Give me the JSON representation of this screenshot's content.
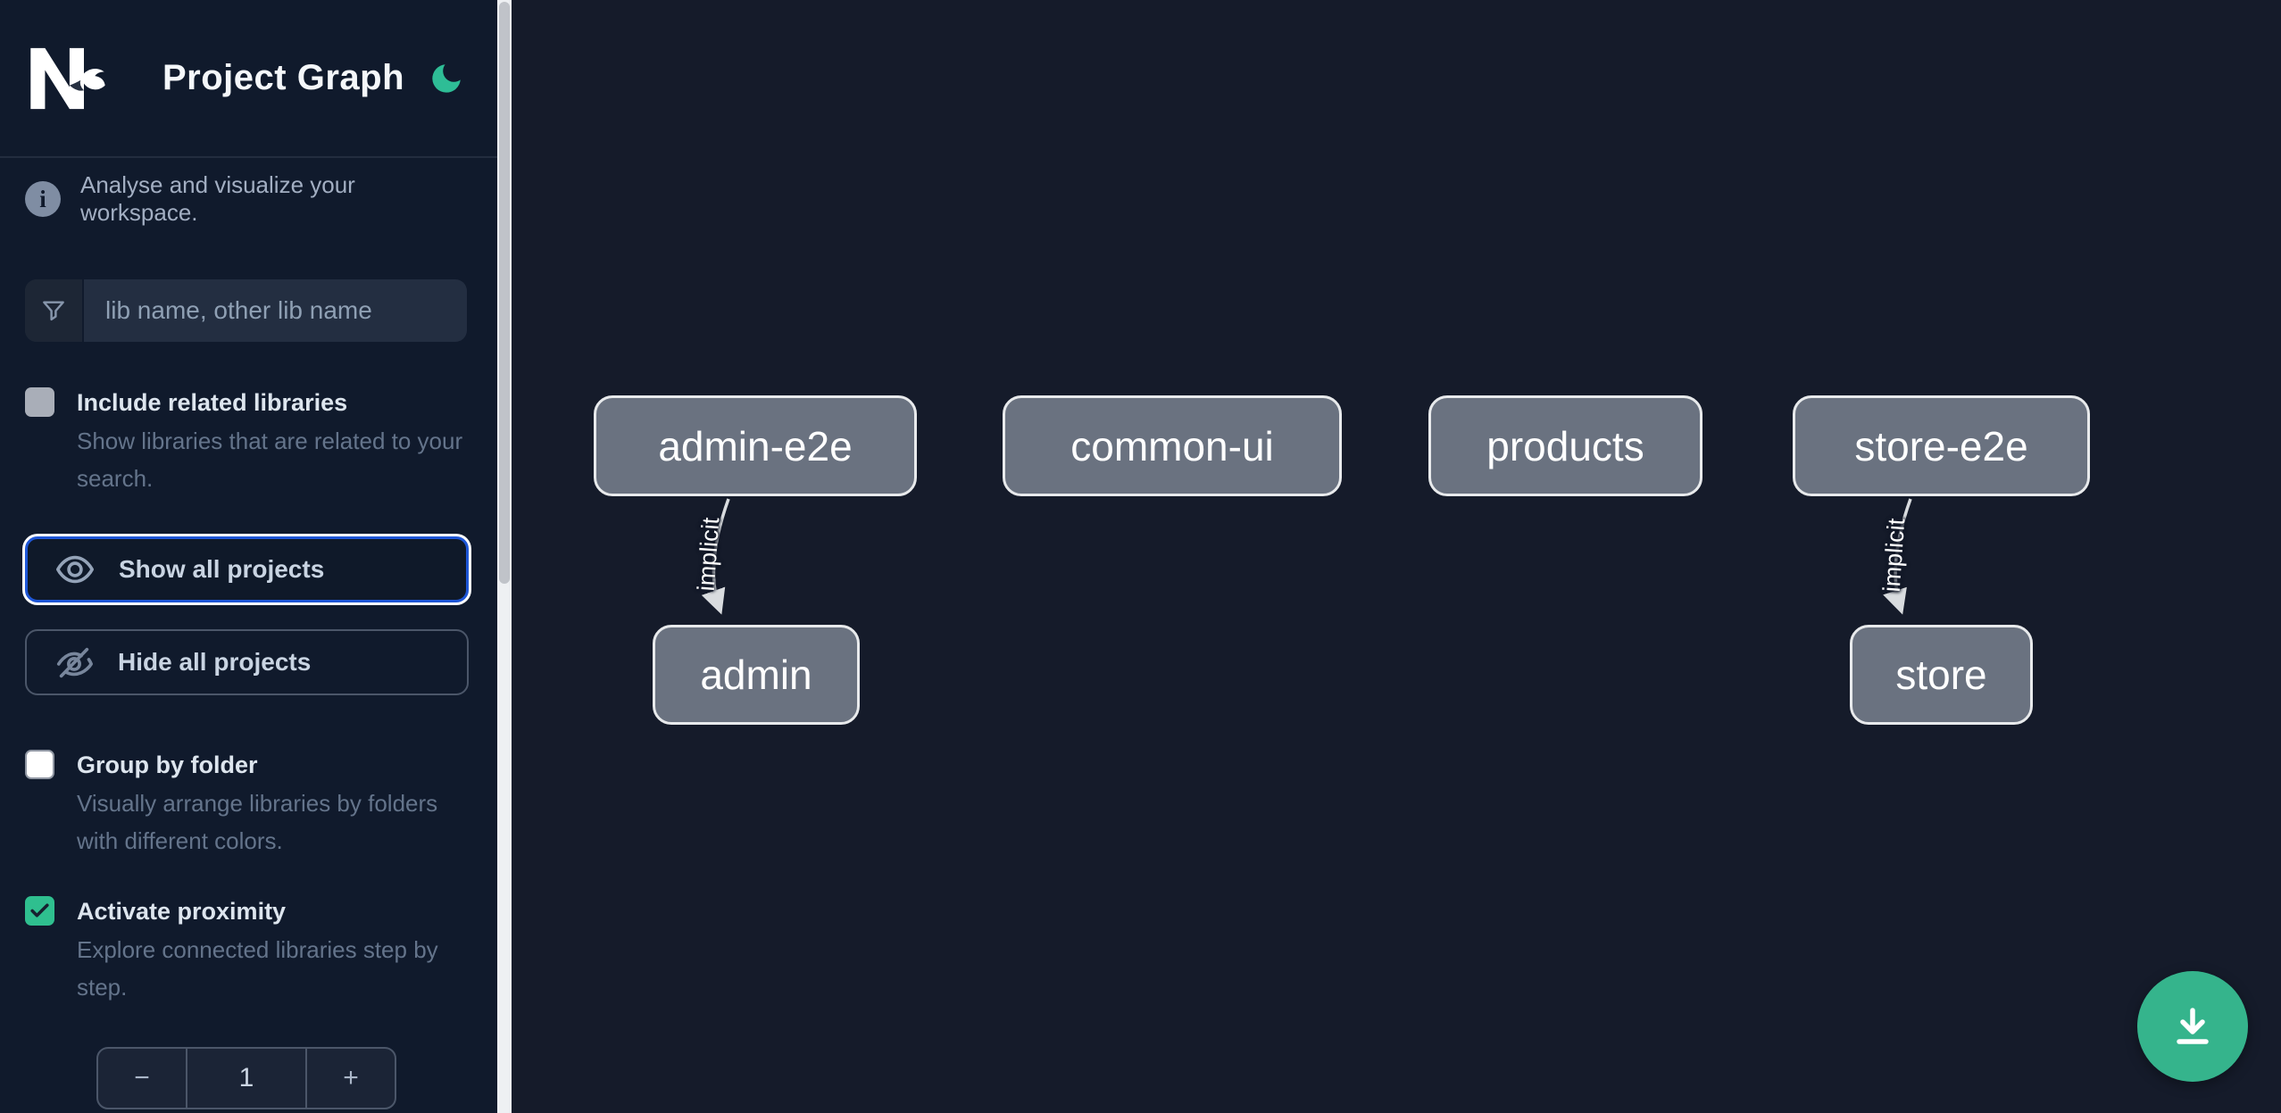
{
  "header": {
    "app_name": "Nx",
    "title": "Project Graph",
    "theme_icon": "moon-icon"
  },
  "intro": {
    "text": "Analyse and visualize your workspace."
  },
  "search": {
    "placeholder": "lib name, other lib name",
    "value": ""
  },
  "options": {
    "include_related": {
      "label": "Include related libraries",
      "description": "Show libraries that are related to your search.",
      "checked": false,
      "enabled": false
    },
    "group_by_folder": {
      "label": "Group by folder",
      "description": "Visually arrange libraries by folders with different colors.",
      "checked": false,
      "enabled": true
    },
    "activate_proximity": {
      "label": "Activate proximity",
      "description": "Explore connected libraries step by step.",
      "checked": true,
      "enabled": true
    }
  },
  "actions": {
    "show_all": "Show all projects",
    "hide_all": "Hide all projects"
  },
  "stepper": {
    "decrement": "−",
    "value": "1",
    "increment": "+"
  },
  "graph": {
    "nodes": [
      {
        "id": "admin-e2e",
        "label": "admin-e2e"
      },
      {
        "id": "common-ui",
        "label": "common-ui"
      },
      {
        "id": "products",
        "label": "products"
      },
      {
        "id": "store-e2e",
        "label": "store-e2e"
      },
      {
        "id": "admin",
        "label": "admin"
      },
      {
        "id": "store",
        "label": "store"
      }
    ],
    "edges": [
      {
        "source": "admin-e2e",
        "target": "admin",
        "label": "implicit",
        "type": "implicit"
      },
      {
        "source": "store-e2e",
        "target": "store",
        "label": "implicit",
        "type": "implicit"
      }
    ]
  },
  "fab": {
    "icon": "download-icon"
  },
  "icons": {
    "info": "i"
  },
  "colors": {
    "sidebar_bg": "#101a2c",
    "canvas_bg": "#151b2a",
    "accent_blue": "#1e56d6",
    "accent_teal": "#2fbf8f",
    "fab_green": "#35b48c",
    "node_fill": "#6a7280",
    "node_border": "#e8eaec",
    "edge_stroke": "#d9dcdf"
  }
}
